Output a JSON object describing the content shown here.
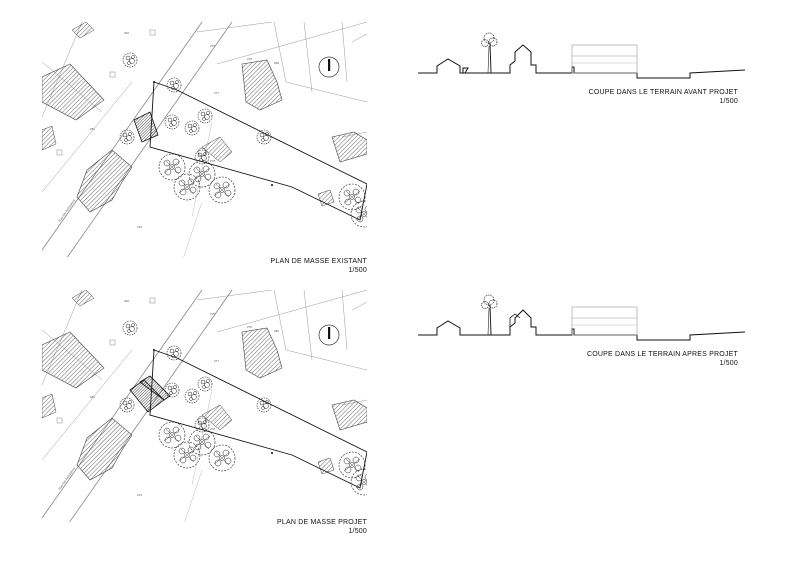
{
  "plans": [
    {
      "id": "existing",
      "title": "PLAN DE MASSE EXISTANT",
      "scale": "1/500",
      "parcel_numbers": [
        "300",
        "275",
        "276",
        "280",
        "277",
        "278",
        "279",
        "281"
      ],
      "street_label": "Rue des Ardoisières"
    },
    {
      "id": "project",
      "title": "PLAN DE MASSE PROJET",
      "scale": "1/500",
      "parcel_numbers": [
        "300",
        "275",
        "276",
        "280",
        "277",
        "278",
        "279",
        "281"
      ],
      "street_label": "Rue des Ardoisières"
    }
  ],
  "sections": [
    {
      "id": "before",
      "title": "COUPE DANS LE TERRAIN AVANT PROJET",
      "scale": "1/500"
    },
    {
      "id": "after",
      "title": "COUPE DANS LE TERRAIN APRES PROJET",
      "scale": "1/500"
    }
  ],
  "colors": {
    "ink": "#111111",
    "hatch": "#666666",
    "line": "#9a9a9a"
  }
}
